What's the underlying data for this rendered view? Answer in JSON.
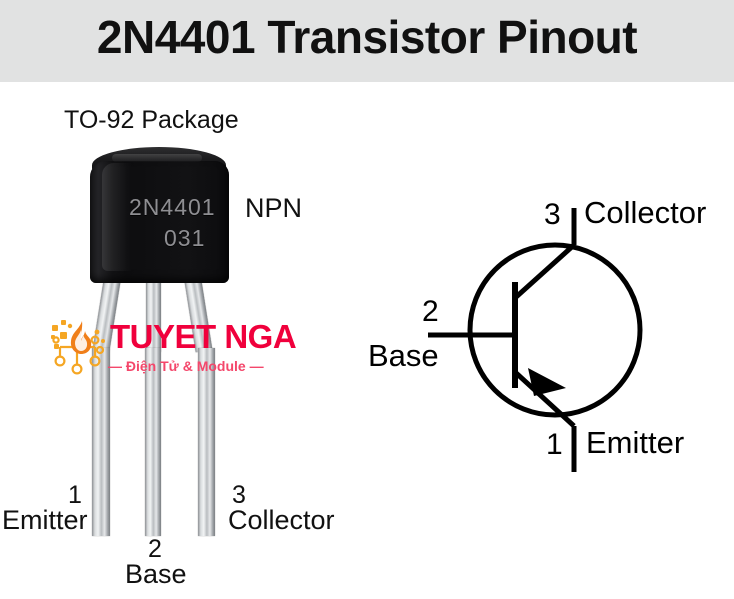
{
  "header": {
    "title": "2N4401 Transistor Pinout",
    "background_color": "#e1e2e2",
    "text_color": "#111111"
  },
  "photo": {
    "package_caption": "TO-92 Package",
    "type_caption": "NPN",
    "body_marking_line1": "2N4401",
    "body_marking_line2": "031",
    "pins": [
      {
        "number": "1",
        "name": "Emitter"
      },
      {
        "number": "2",
        "name": "Base"
      },
      {
        "number": "3",
        "name": "Collector"
      }
    ]
  },
  "watermark": {
    "brand": "TUYET NGA",
    "tagline": "— Điện Tử & Module —",
    "brand_color": "#f0003c",
    "tagline_color": "#f4476b",
    "logo_icon": "flame-circuit-logo-icon"
  },
  "schematic": {
    "symbol": "npn-transistor-symbol",
    "terminals": [
      {
        "number": "3",
        "name": "Collector",
        "position": "top"
      },
      {
        "number": "2",
        "name": "Base",
        "position": "left"
      },
      {
        "number": "1",
        "name": "Emitter",
        "position": "bottom"
      }
    ],
    "line_color": "#000000"
  }
}
